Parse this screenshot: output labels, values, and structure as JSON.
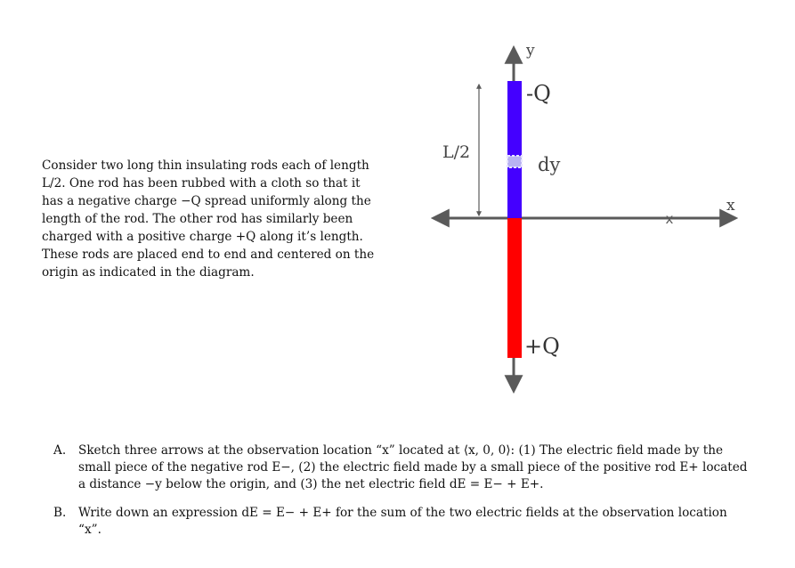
{
  "intro": {
    "lines": [
      "Consider two long thin insulating rods each of length",
      "L/2. One rod has been rubbed with a cloth so that it",
      "has a negative charge −Q spread uniformly along the",
      "length of the rod.  The other rod has similarly been",
      "charged with a positive charge +Q along it’s length.",
      "These rods are placed end to end and centered on the",
      "origin as indicated in the diagram."
    ]
  },
  "diagram": {
    "y_axis_label": "y",
    "x_axis_label": "x",
    "length_label": "L/2",
    "negative_rod_label": "-Q",
    "positive_rod_label": "+Q",
    "element_label": "dy",
    "observation_marker": "x",
    "colors": {
      "negative_rod": "#4400ff",
      "positive_rod": "#ff0000",
      "axes": "#5a5a5a",
      "dy_piece": "#b8b2f2"
    }
  },
  "questions": [
    {
      "label": "A.",
      "lines": [
        "Sketch three arrows at the observation location “x” located at ⟨x, 0, 0⟩:  (1) The electric field made by the",
        "small piece of the negative rod E−, (2) the electric field made by a small piece of the positive rod E+ located",
        "a distance −y below the origin, and (3) the net electric field dE = E− + E+."
      ]
    },
    {
      "label": "B.",
      "lines": [
        "Write down an expression dE = E− + E+ for the sum of the two electric fields at the observation location",
        "“x”."
      ]
    }
  ]
}
